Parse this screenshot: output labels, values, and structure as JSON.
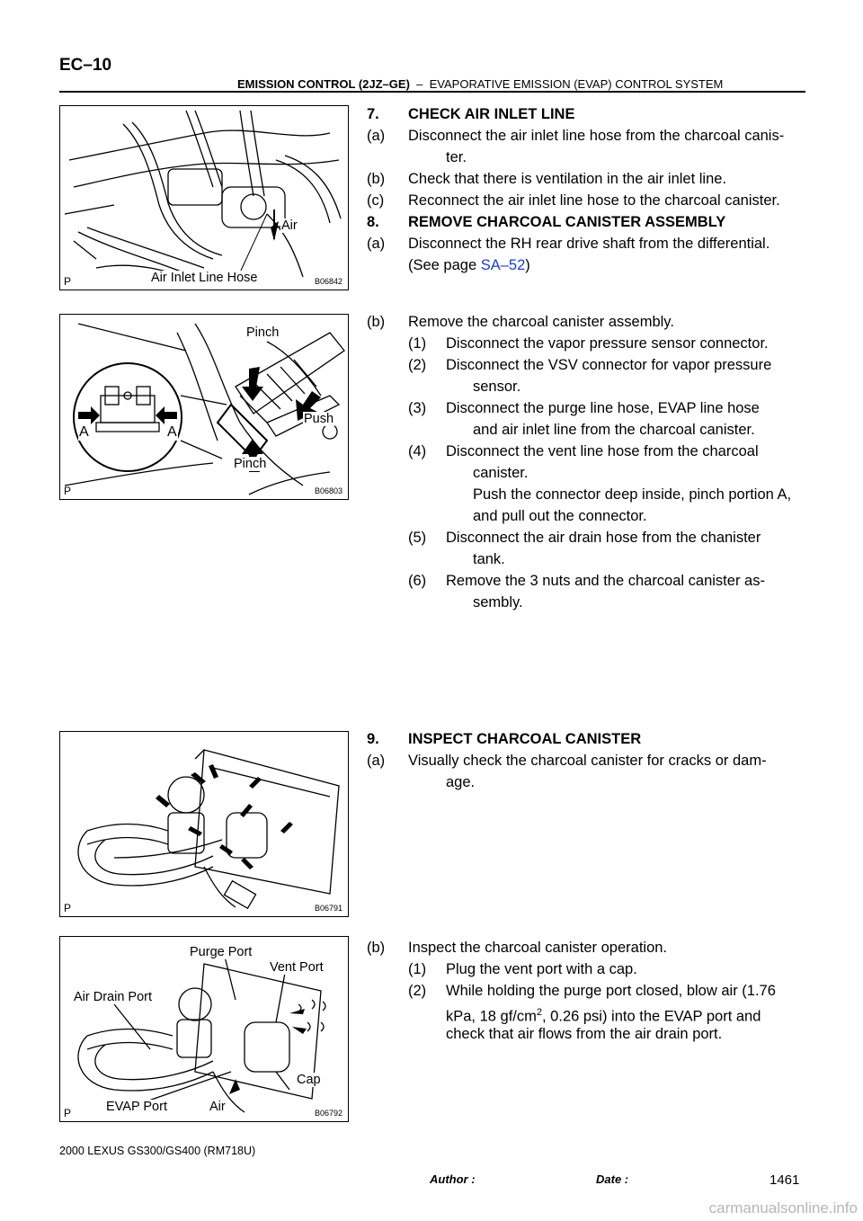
{
  "header": {
    "code": "EC–10",
    "section": "EMISSION CONTROL (2JZ–GE)",
    "separator": "–",
    "subsection": "EVAPORATIVE EMISSION (EVAP) CONTROL SYSTEM"
  },
  "figures": {
    "fig1": {
      "code": "B06842",
      "p": "P",
      "labels": {
        "air": "Air",
        "hose": "Air Inlet Line Hose"
      }
    },
    "fig2": {
      "code": "B06803",
      "p": "P",
      "labels": {
        "pinch_top": "Pinch",
        "push": "Push",
        "pinch_bottom": "Pinch",
        "a_left": "A",
        "a_right": "A"
      }
    },
    "fig3": {
      "code": "B06791",
      "p": "P"
    },
    "fig4": {
      "code": "B06792",
      "p": "P",
      "labels": {
        "purge": "Purge Port",
        "vent": "Vent Port",
        "drain": "Air Drain Port",
        "cap": "Cap",
        "evap": "EVAP Port",
        "air": "Air"
      }
    }
  },
  "steps": {
    "s7": {
      "num": "7.",
      "title": "CHECK AIR INLET LINE"
    },
    "s7a": {
      "label": "(a)",
      "line1": "Disconnect the air inlet line hose from the charcoal canis-",
      "line2": "ter."
    },
    "s7b": {
      "label": "(b)",
      "text": "Check that there is ventilation in the air inlet line."
    },
    "s7c": {
      "label": "(c)",
      "text": "Reconnect the air inlet line hose to the charcoal canister."
    },
    "s8": {
      "num": "8.",
      "title": "REMOVE CHARCOAL CANISTER ASSEMBLY"
    },
    "s8a": {
      "label": "(a)",
      "line1": "Disconnect the RH rear drive shaft from the differential.",
      "line2_pre": "(See page ",
      "link": "SA–52",
      "line2_post": ")"
    },
    "s8b": {
      "label": "(b)",
      "text": "Remove the charcoal canister assembly."
    },
    "s8b1": {
      "label": "(1)",
      "text": "Disconnect the vapor pressure sensor connector."
    },
    "s8b2": {
      "label": "(2)",
      "line1": "Disconnect the VSV connector for vapor pressure",
      "line2": "sensor."
    },
    "s8b3": {
      "label": "(3)",
      "line1": "Disconnect the purge line hose, EVAP line hose",
      "line2": "and air inlet line from the charcoal canister."
    },
    "s8b4": {
      "label": "(4)",
      "line1": "Disconnect the vent line hose from the charcoal",
      "line2": "canister.",
      "line3": "Push the connector deep inside, pinch portion A,",
      "line4": "and pull out the connector."
    },
    "s8b5": {
      "label": "(5)",
      "line1": "Disconnect the air drain hose from the chanister",
      "line2": "tank."
    },
    "s8b6": {
      "label": "(6)",
      "line1": "Remove the 3 nuts and the charcoal canister as-",
      "line2": "sembly."
    },
    "s9": {
      "num": "9.",
      "title": "INSPECT CHARCOAL CANISTER"
    },
    "s9a": {
      "label": "(a)",
      "line1": "Visually check the charcoal canister for cracks or dam-",
      "line2": "age."
    },
    "s9b": {
      "label": "(b)",
      "text": "Inspect the charcoal canister operation."
    },
    "s9b1": {
      "label": "(1)",
      "text": "Plug the vent port with a cap."
    },
    "s9b2": {
      "label": "(2)",
      "line1": "While holding the purge port closed, blow air (1.76",
      "line2_pre": "kPa, 18 gf/cm",
      "sup": "2",
      "line2_post": ", 0.26 psi) into the EVAP port and",
      "line3": "check that air flows from the air drain port."
    }
  },
  "footer": {
    "model": "2000 LEXUS GS300/GS400   (RM718U)",
    "author": "Author :",
    "date": "Date :",
    "page": "1461",
    "watermark": "carmanualsonline.info"
  }
}
